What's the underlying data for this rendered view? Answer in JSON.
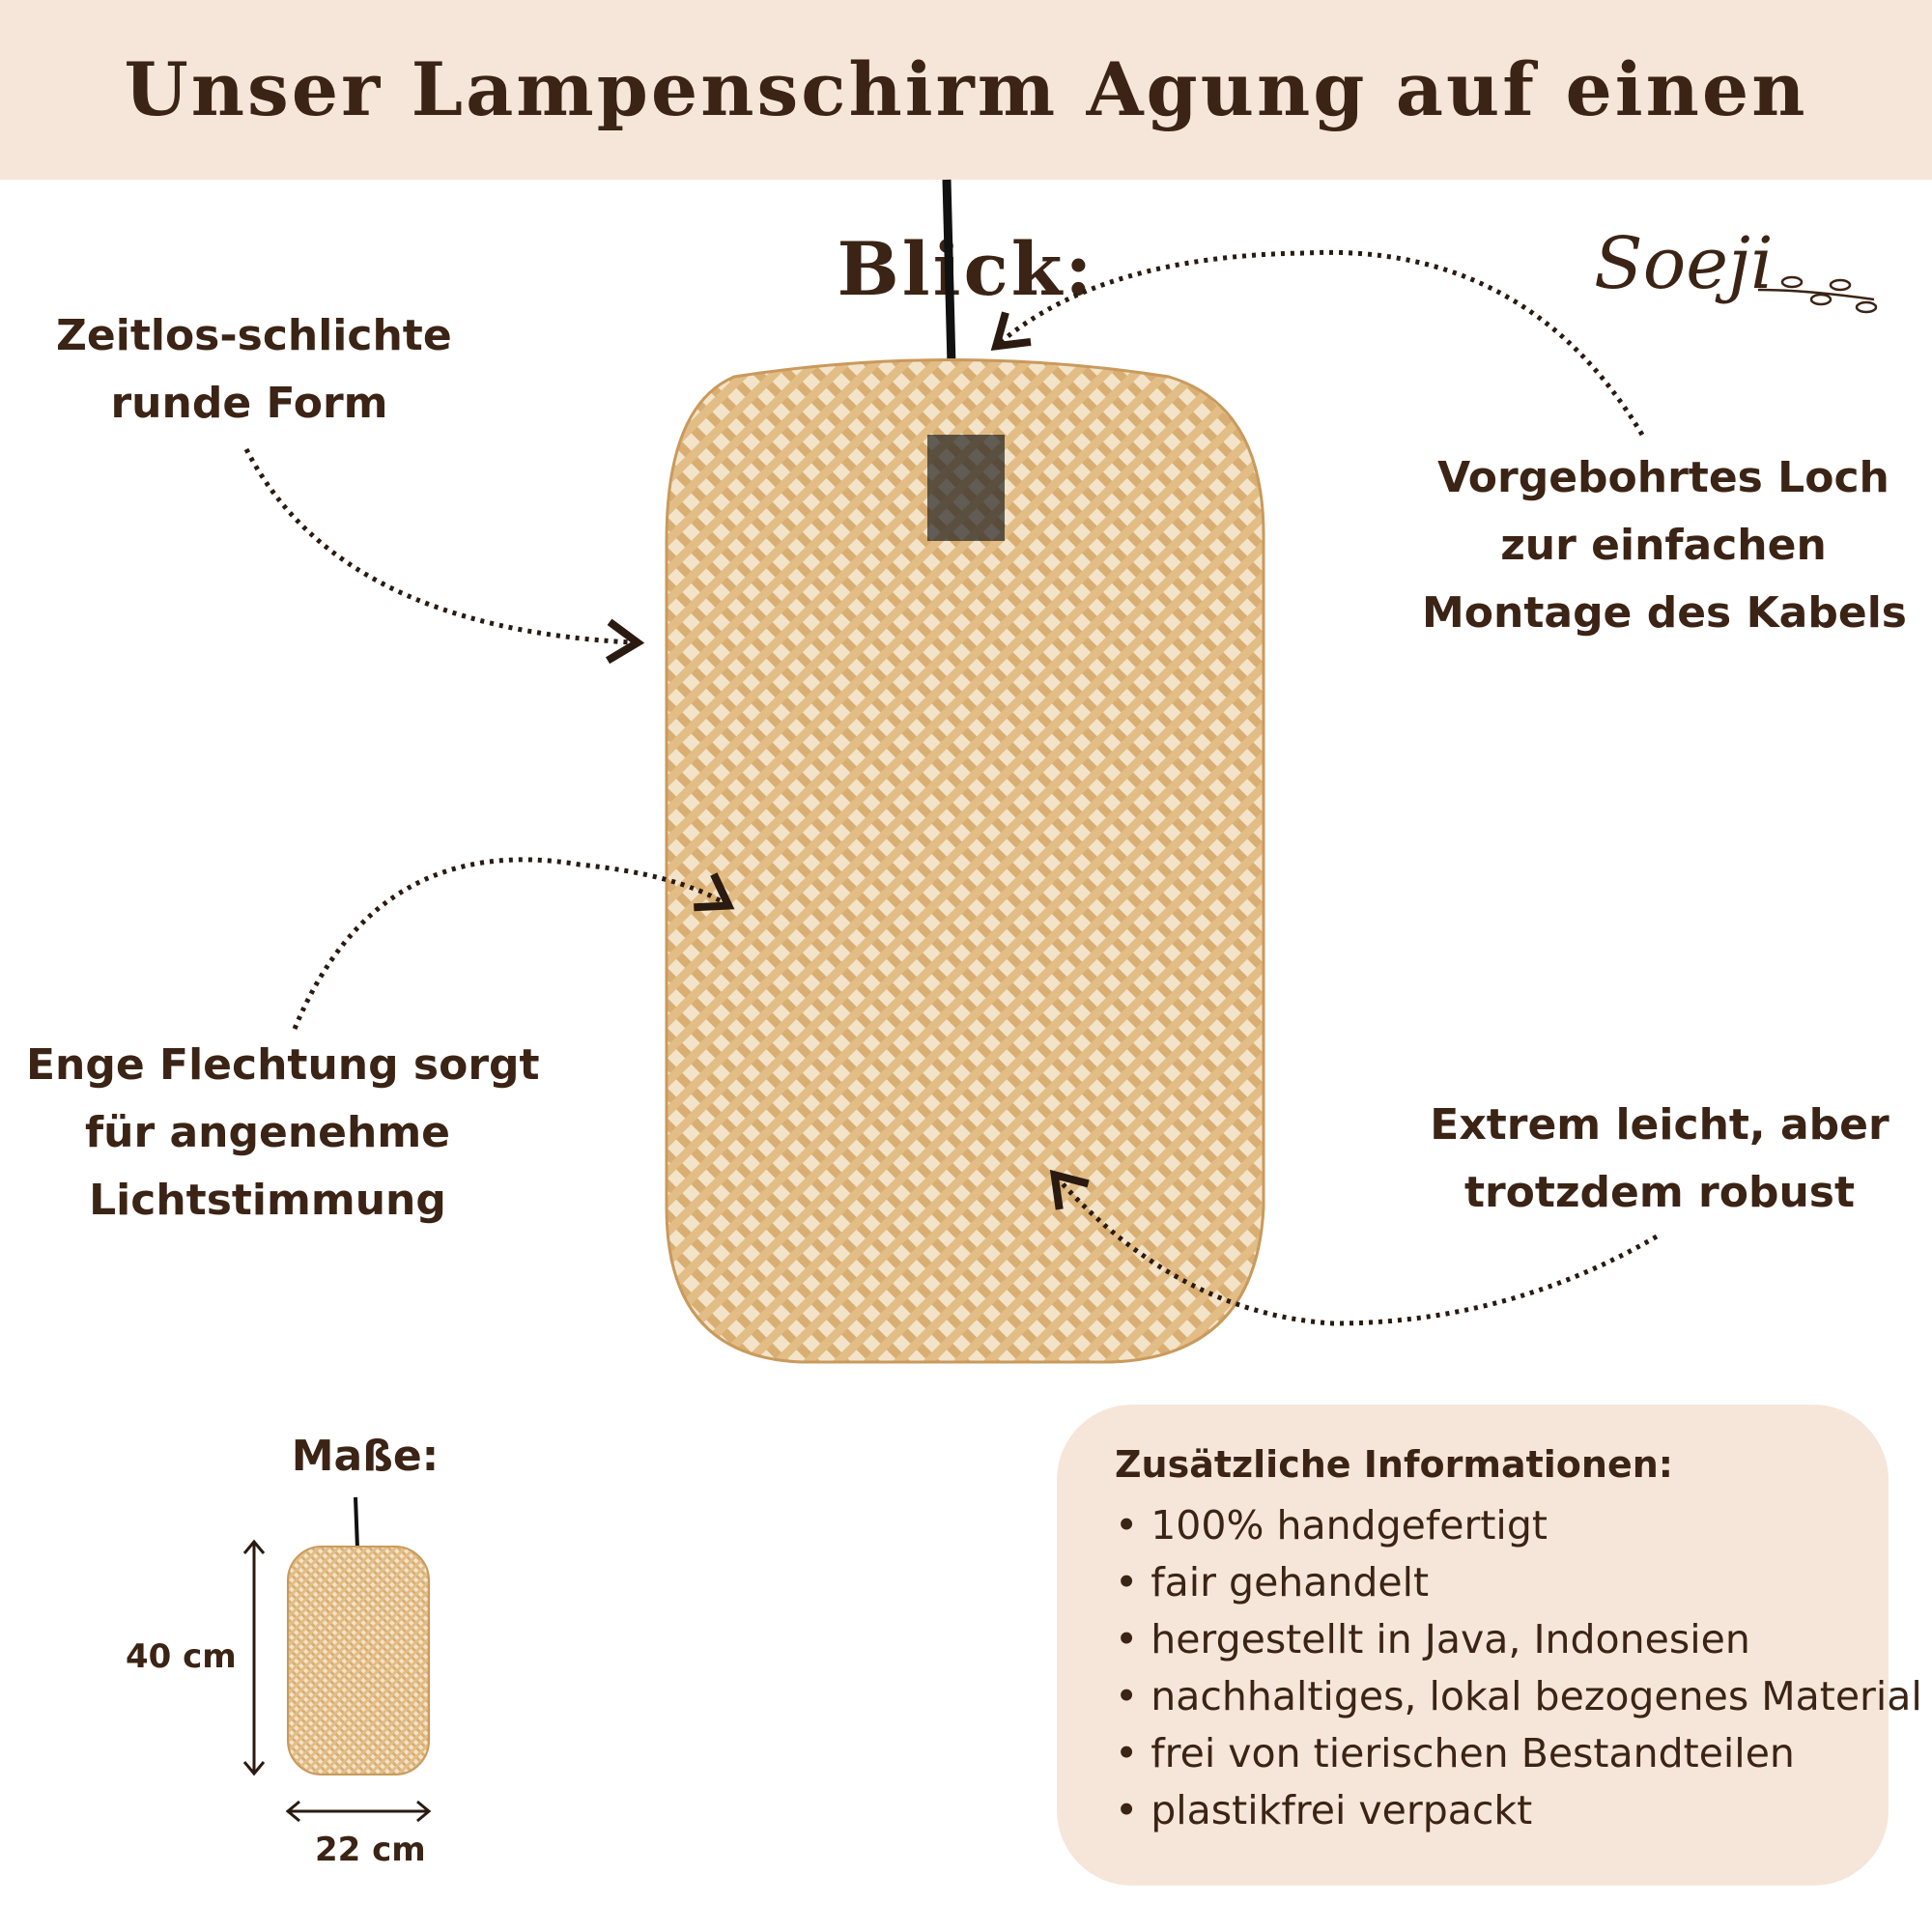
{
  "header": {
    "title": "Unser Lampenschirm Agung auf einen Blick:"
  },
  "brand": {
    "logo_text": "Soeji"
  },
  "features": {
    "shape": [
      "Zeitlos-schlichte",
      "runde Form"
    ],
    "hole": [
      "Vorgebohrtes Loch",
      "zur einfachen",
      "Montage des Kabels"
    ],
    "weave": [
      "Enge Flechtung sorgt",
      "für angenehme",
      "Lichtstimmung"
    ],
    "weight": [
      "Extrem leicht, aber",
      "trotzdem robust"
    ]
  },
  "dimensions": {
    "title": "Maße:",
    "height": "40 cm",
    "width": "22 cm"
  },
  "info": {
    "title": "Zusätzliche Informationen:",
    "items": [
      "100% handgefertigt",
      "fair gehandelt",
      "hergestellt in Java, Indonesien",
      "nachhaltiges, lokal bezogenes Material",
      "frei von tierischen Bestandteilen",
      "plastikfrei verpackt"
    ]
  },
  "colors": {
    "text": "#3b2415",
    "header_bg": "#f6e6da",
    "bamboo": "#dcb37a"
  }
}
